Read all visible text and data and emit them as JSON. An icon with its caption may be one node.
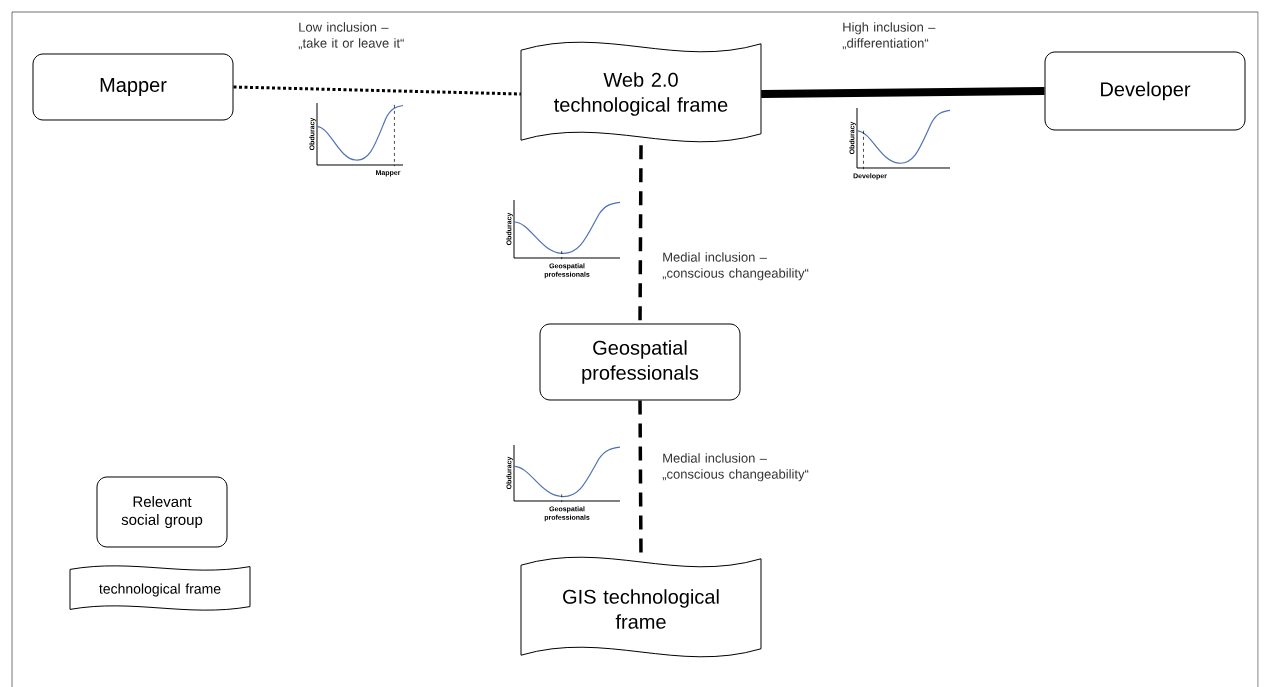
{
  "diagram": {
    "nodes": [
      {
        "text": [
          "Mapper"
        ]
      },
      {
        "text": [
          "Web 2.0 technological frame"
        ]
      },
      {
        "text": [
          "Developer"
        ]
      },
      {
        "text": [
          "Geospatial professionals"
        ]
      },
      {
        "text": [
          "GIS technological frame"
        ]
      },
      {
        "text": [
          "Relevant social group"
        ]
      },
      {
        "text": [
          "technological frame"
        ]
      }
    ],
    "edges": [
      {
        "from": 0,
        "to": 1,
        "arrow": "none",
        "style": "dashed",
        "label": "Low inclusion – „take it or leave it“"
      },
      {
        "from": 1,
        "to": 2,
        "arrow": "none",
        "style": "thick",
        "label": "High inclusion – „differentiation“"
      },
      {
        "from": 1,
        "to": 3,
        "arrow": "none",
        "style": "dashed",
        "label": "Medial inclusion – „conscious changeability“"
      },
      {
        "from": 3,
        "to": 4,
        "arrow": "none",
        "style": "dashed",
        "label": "Medial inclusion – „conscious changeability“"
      }
    ],
    "labels": [
      "Obduracy",
      "Mapper",
      "Obduracy",
      "Developer",
      "Obduracy",
      "Geospatial professionals",
      "Obduracy",
      "Geospatial professionals"
    ]
  }
}
